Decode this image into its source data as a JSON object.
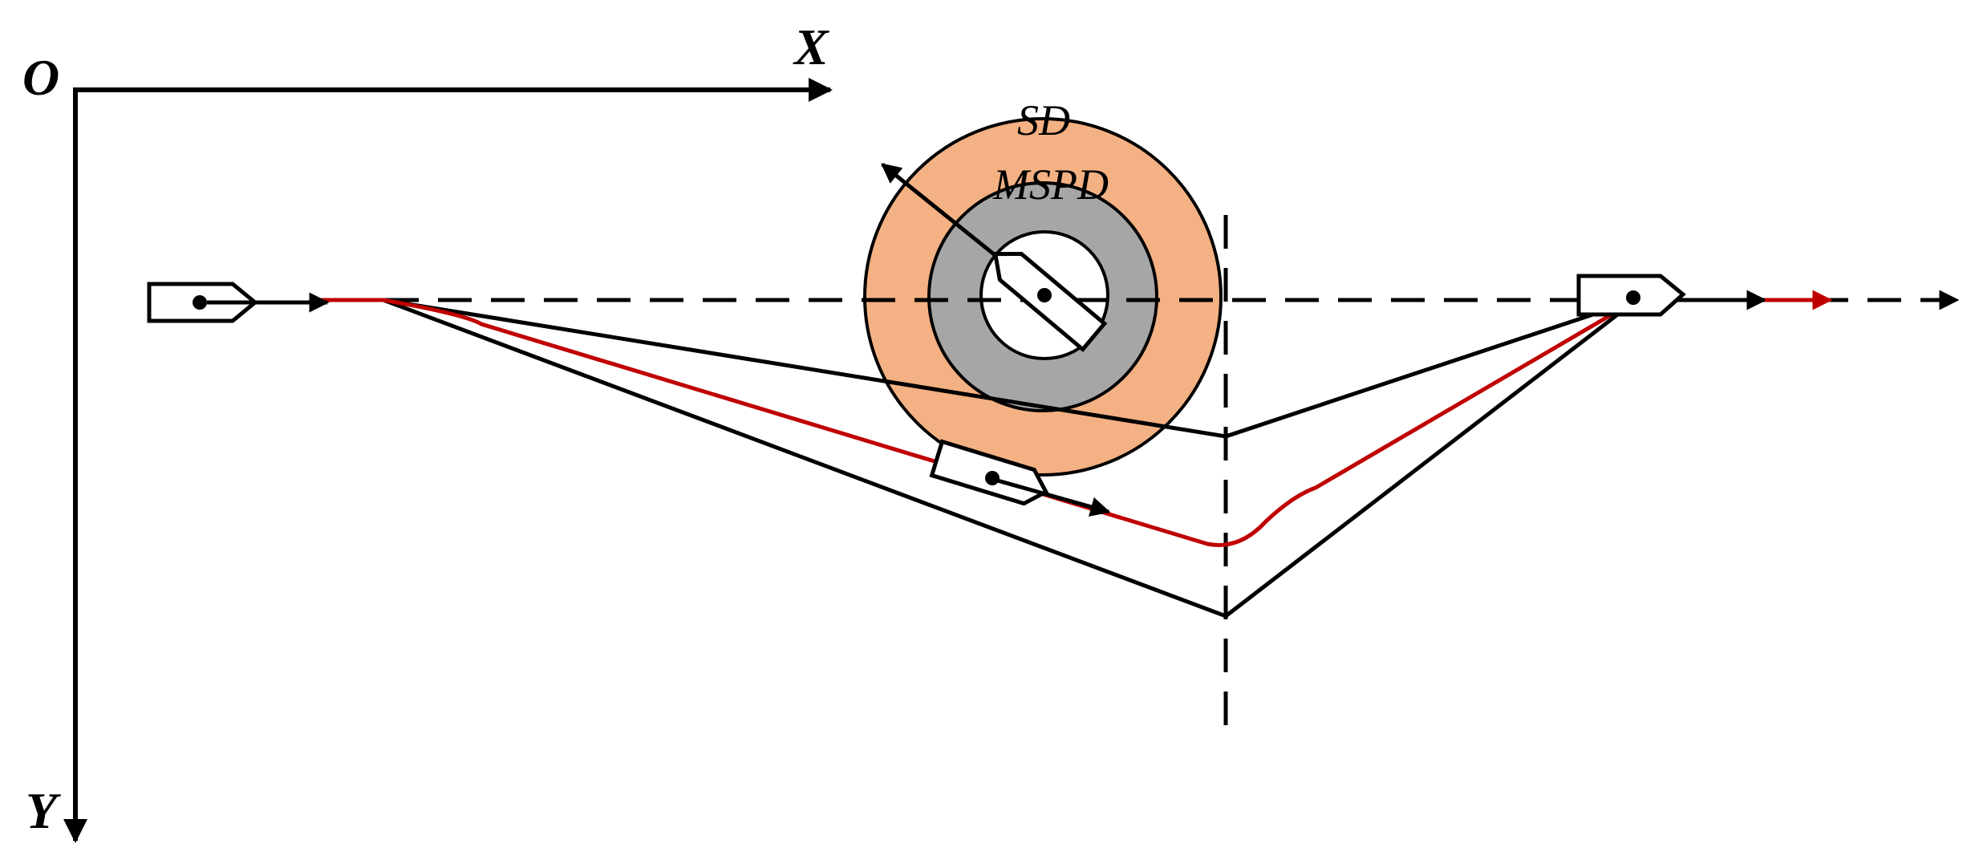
{
  "axes": {
    "origin_label": "O",
    "x_label": "X",
    "y_label": "Y"
  },
  "zones": {
    "sd_label": "SD",
    "mspd_label": "MSPD"
  },
  "colors": {
    "stroke": "#000000",
    "planned_path": "#c00000",
    "sd_fill": "#f4b183",
    "mspd_fill": "#a6a6a6",
    "center_fill": "#ffffff"
  },
  "icons": [
    "own-ship-start-icon",
    "target-ship-icon",
    "own-ship-avoiding-icon",
    "own-ship-end-icon"
  ]
}
